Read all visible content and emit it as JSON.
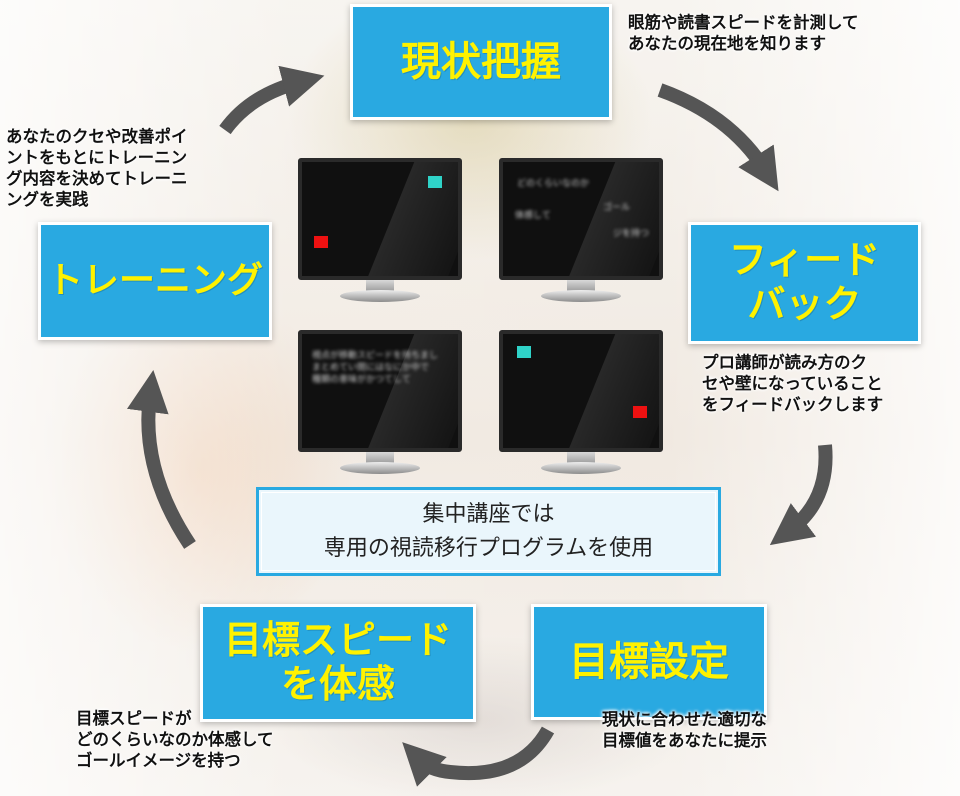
{
  "stages": {
    "current_state": {
      "title": "現状把握",
      "desc": "眼筋や読書スピードを計測して\nあなたの現在地を知ります"
    },
    "feedback": {
      "title": "フィード\nバック",
      "desc": "プロ講師が読み方のク\nセや壁になっていること\nをフィードバックします"
    },
    "goal_setting": {
      "title": "目標設定",
      "desc": "現状に合わせた適切な\n目標値をあなたに提示"
    },
    "experience_speed": {
      "title": "目標スピード\nを体感",
      "desc": "目標スピードが\nどのくらいなのか体感して\nゴールイメージを持つ"
    },
    "training": {
      "title": "トレーニング",
      "desc": "あなたのクセや改善ポイ\nントをもとにトレーニン\nグ内容を決めてトレーニ\nングを実践"
    }
  },
  "center": {
    "line1": "集中講座では",
    "line2": "専用の視読移行プログラムを使用"
  },
  "monitors": {
    "m2": {
      "t1": "どのくらいなのか",
      "t2": "体感して",
      "t3": "ゴール",
      "t4": "ジを持つ"
    },
    "m3": {
      "t1": "視点が移動スピードを持ちまし",
      "t2": "まとめてい間にはなにか中で",
      "t3": "種類の意味がかつてして"
    }
  },
  "colors": {
    "stage_bg": "#29a9e1",
    "stage_text": "#fff200",
    "arrow": "#555555",
    "teal_marker": "#2fd3c8",
    "red_marker": "#ee1111"
  }
}
